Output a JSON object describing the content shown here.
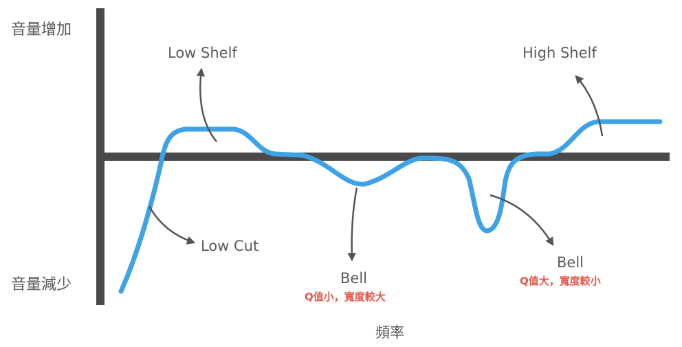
{
  "axes": {
    "y_top_label": "音量增加",
    "y_bottom_label": "音量減少",
    "x_label": "頻率"
  },
  "filters": {
    "low_shelf": "Low Shelf",
    "high_shelf": "High Shelf",
    "low_cut": "Low Cut",
    "bell_narrow": {
      "label": "Bell",
      "note": "Q值小，寬度較大"
    },
    "bell_wide": {
      "label": "Bell",
      "note": "Q值大，寬度較小"
    }
  },
  "colors": {
    "axis": "#4a4a4a",
    "curve": "#3ea2e6",
    "arrow": "#555555",
    "note": "#e4584a"
  }
}
